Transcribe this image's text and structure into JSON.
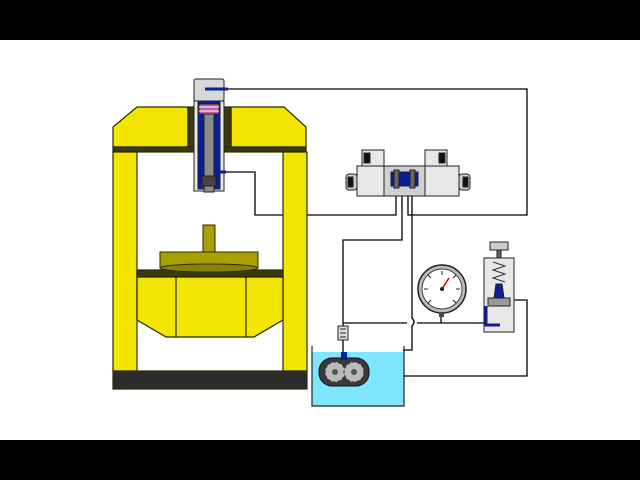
{
  "colors": {
    "letterbox": "#000000",
    "canvas": "#ffffff",
    "frame_yellow": "#f2e600",
    "frame_outline": "#2a2a00",
    "base_dark": "#2b2b2b",
    "platen_olive": "#a8a000",
    "cylinder_blue": "#0b1f9a",
    "ram_grey": "#8a8a8a",
    "valve_light": "#e8e8e8",
    "tank_water": "#7fe6ff",
    "pipe": "#000000"
  },
  "components": {
    "press_frame": "press-frame",
    "hydraulic_cylinder": "hydraulic-cylinder",
    "directional_valve": "directional-control-valve",
    "pressure_gauge": "pressure-gauge",
    "relief_valve": "pressure-relief-valve",
    "gear_pump": "gear-pump",
    "reservoir": "oil-reservoir",
    "filter": "suction-filter"
  }
}
